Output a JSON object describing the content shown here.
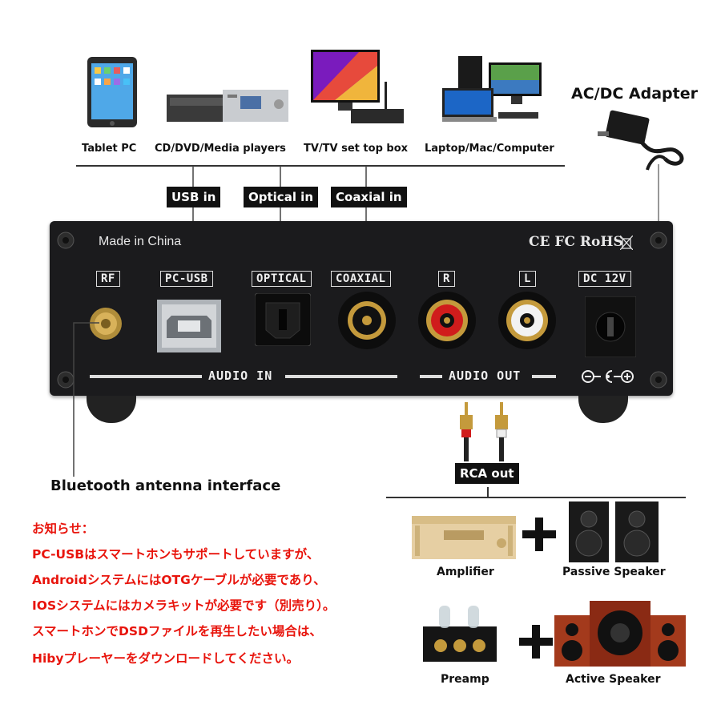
{
  "sources": [
    {
      "label": "Tablet PC"
    },
    {
      "label": "CD/DVD/Media players"
    },
    {
      "label": "TV/TV set top box"
    },
    {
      "label": "Laptop/Mac/Computer"
    }
  ],
  "adapter_label": "AC/DC Adapter",
  "inputs": {
    "usb": "USB in",
    "optical": "Optical in",
    "coaxial": "Coaxial in"
  },
  "panel": {
    "made_in": "Made in China",
    "certs": "CE FC RoHS",
    "ports": {
      "rf": "RF",
      "pcusb": "PC-USB",
      "optical": "OPTICAL",
      "coaxial": "COAXIAL",
      "r": "R",
      "l": "L",
      "dc": "DC 12V"
    },
    "audio_in": "AUDIO IN",
    "audio_out": "AUDIO OUT"
  },
  "rca_out": "RCA out",
  "bluetooth_label": "Bluetooth antenna interface",
  "notice": [
    "お知らせ：",
    "PC-USBはスマートホンもサポートしていますが、",
    "AndroidシステムにはOTGケーブルが必要であり、",
    "IOSシステムにはカメラキットが必要です（別売り）。",
    " スマートホンでDSDファイルを再生したい場合は、",
    "Hibyプレーヤーをダウンロードしてください。"
  ],
  "outputs": {
    "amplifier": "Amplifier",
    "passive_speaker": "Passive Speaker",
    "preamp": "Preamp",
    "active_speaker": "Active Speaker"
  }
}
